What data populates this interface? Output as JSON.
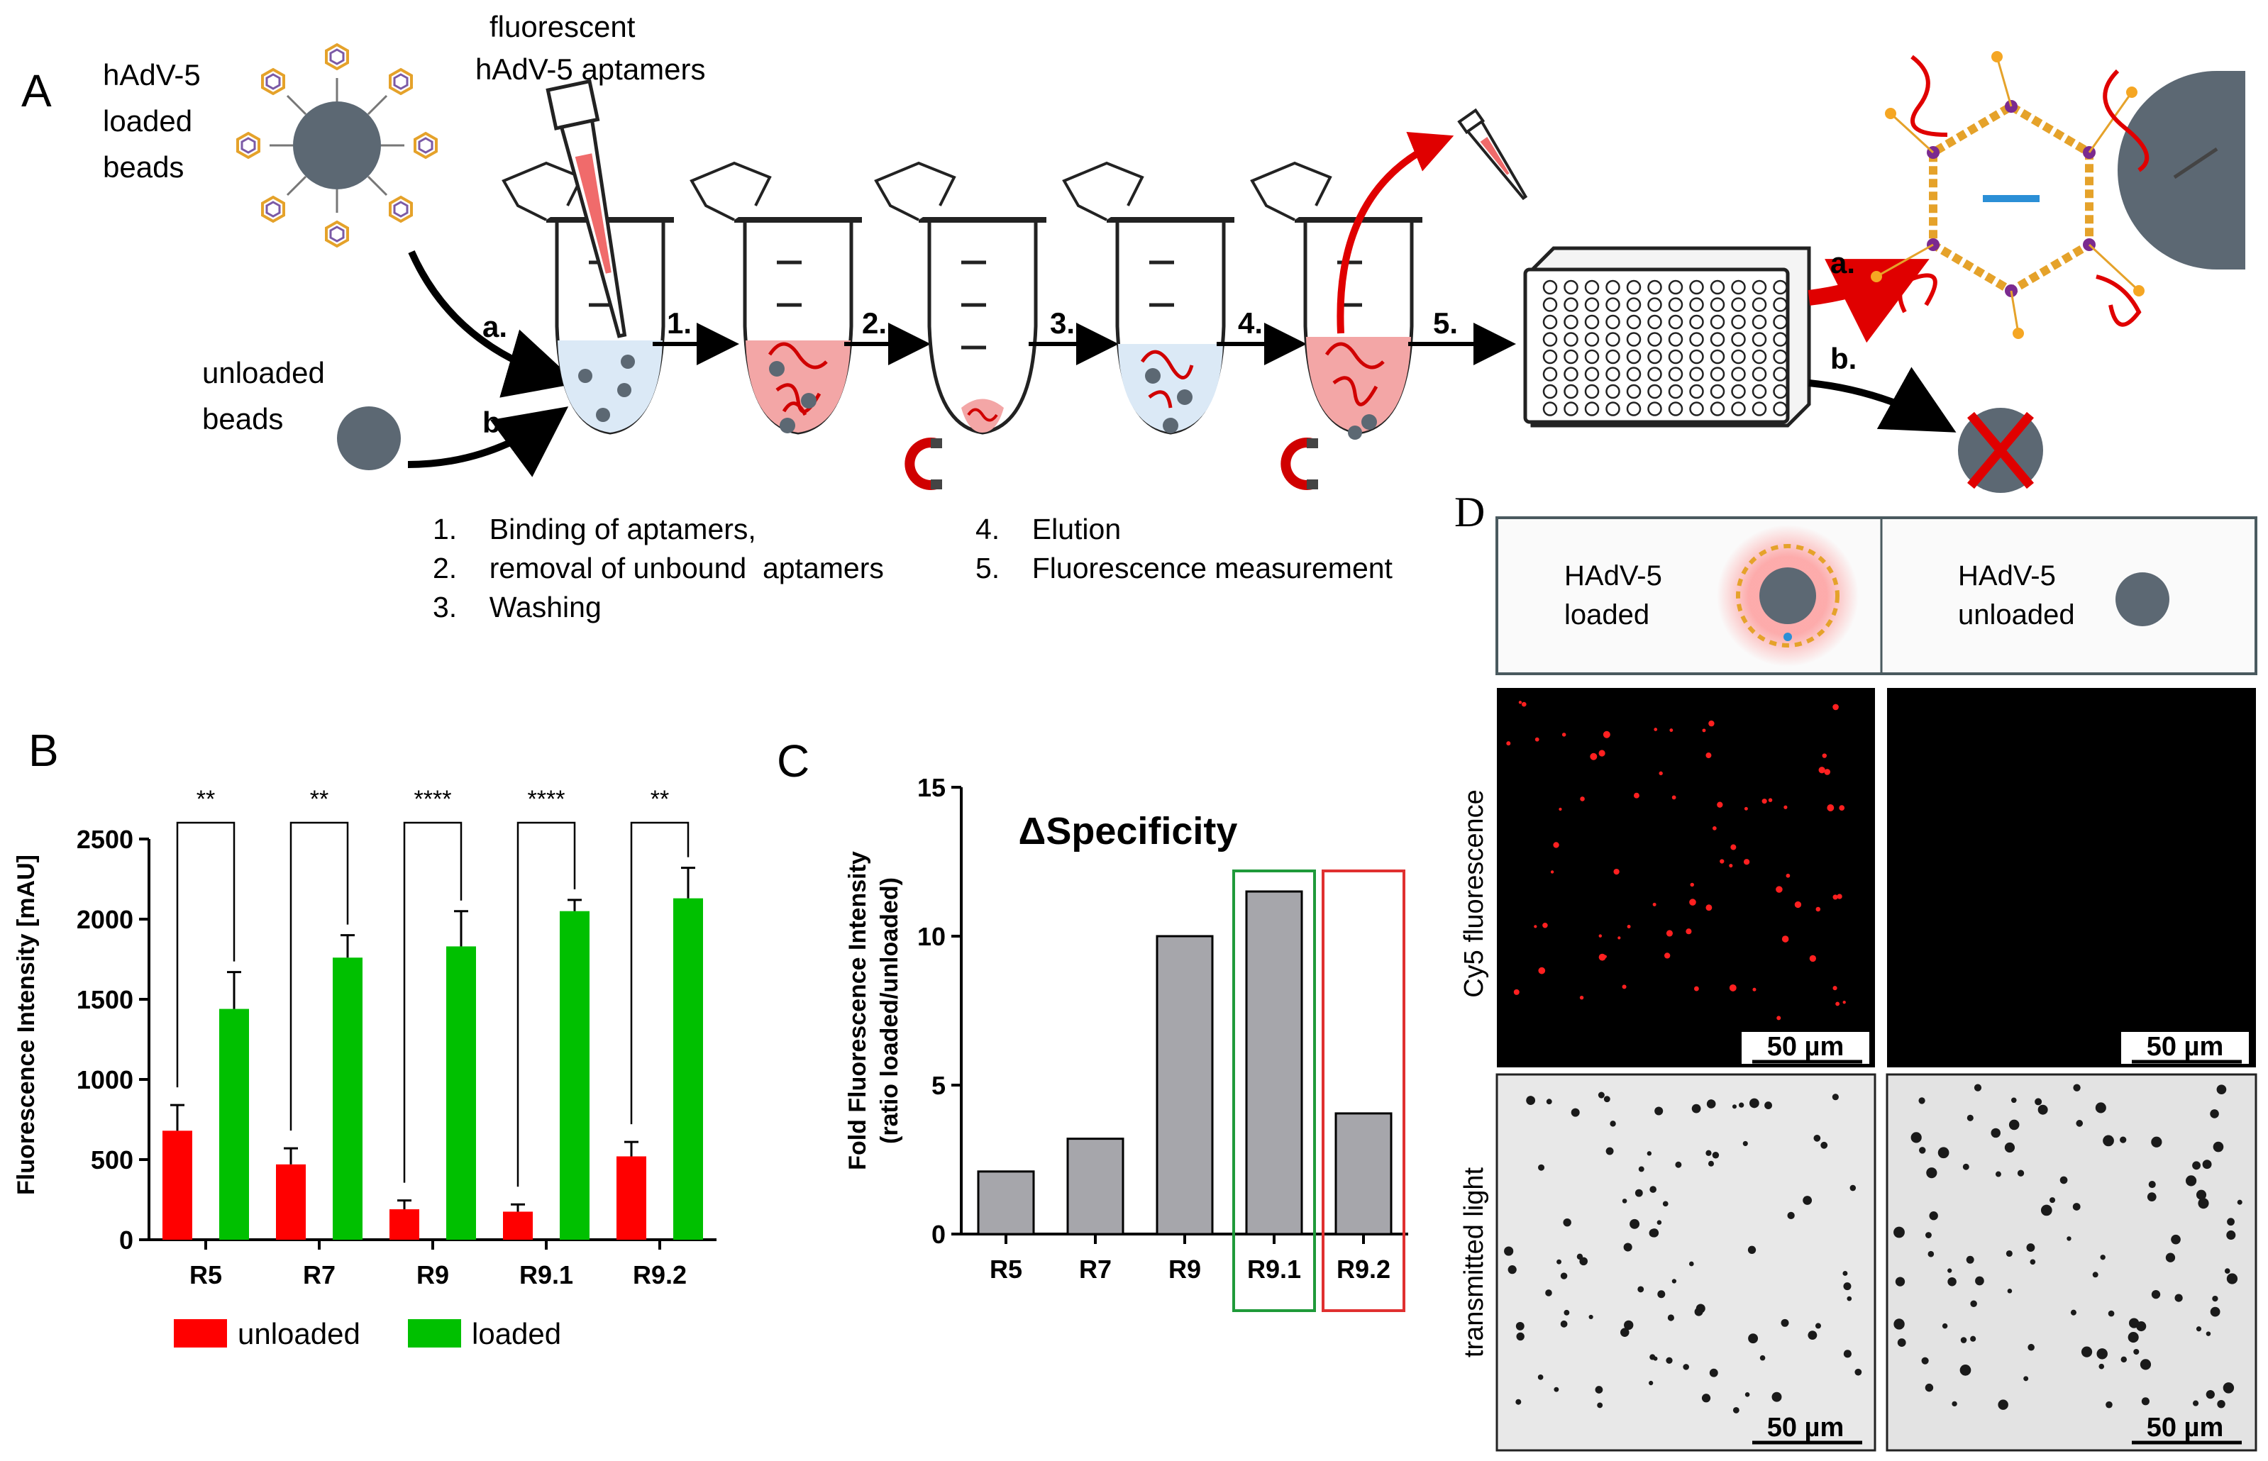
{
  "panelA": {
    "label": "A",
    "loaded_beads_label": [
      "hAdV-5",
      "loaded",
      "beads"
    ],
    "aptamers_label": [
      "fluorescent",
      "hAdV-5  aptamers"
    ],
    "unloaded_beads_label": [
      "unloaded",
      "beads"
    ],
    "path_a": "a.",
    "path_b": "b.",
    "steps_arrows": [
      "1.",
      "2.",
      "3.",
      "4.",
      "5."
    ],
    "outcome_a": "a.",
    "outcome_b": "b.",
    "legend_left": [
      "1.    Binding of aptamers,",
      "2.    removal of unbound  aptamers",
      "3.    Washing"
    ],
    "legend_right": [
      "4.    Elution",
      "5.    Fluorescence measurement"
    ]
  },
  "panelB": {
    "label": "B",
    "legend_unloaded": "unloaded",
    "legend_loaded": "loaded",
    "colors": {
      "unloaded": "#ff0000",
      "loaded": "#00c000"
    }
  },
  "panelC": {
    "label": "C",
    "colors": {
      "bar": "#a6a6ab",
      "highlight_good": "#1f9a3a",
      "highlight_bad": "#e03030"
    }
  },
  "panelD": {
    "label": "D",
    "col1_header": [
      "HAdV-5",
      "loaded"
    ],
    "col2_header": [
      "HAdV-5",
      "unloaded"
    ],
    "row1_label": "Cy5 fluorescence",
    "row2_label": "transmitted light",
    "scale_bar": "50 µm"
  },
  "chart_data": [
    {
      "type": "bar",
      "title": "",
      "xlabel": "",
      "ylabel": "Fluorescence Intensity [mAU]",
      "categories": [
        "R5",
        "R7",
        "R9",
        "R9.1",
        "R9.2"
      ],
      "series": [
        {
          "name": "unloaded",
          "values": [
            680,
            470,
            190,
            175,
            520
          ],
          "errors": [
            160,
            100,
            55,
            45,
            90
          ]
        },
        {
          "name": "loaded",
          "values": [
            1440,
            1760,
            1830,
            2050,
            2130
          ],
          "errors": [
            230,
            140,
            220,
            70,
            190
          ]
        }
      ],
      "significance": [
        "**",
        "**",
        "****",
        "****",
        "**"
      ],
      "ylim": [
        0,
        2500
      ],
      "yticks": [
        0,
        500,
        1000,
        1500,
        2000,
        2500
      ],
      "legend": "bottom",
      "grid": false
    },
    {
      "type": "bar",
      "title": "ΔSpecificity",
      "xlabel": "",
      "ylabel": "Fold Fluorescence Intensity (ratio loaded/unloaded)",
      "ylabel_lines": [
        "Fold Fluorescence Intensity",
        "(ratio loaded/unloaded)"
      ],
      "categories": [
        "R5",
        "R7",
        "R9",
        "R9.1",
        "R9.2"
      ],
      "values": [
        2.1,
        3.2,
        10.0,
        11.5,
        4.05
      ],
      "highlighted": {
        "R9.1": "green",
        "R9.2": "red"
      },
      "ylim": [
        0,
        15
      ],
      "yticks": [
        0,
        5,
        10,
        15
      ],
      "grid": false
    }
  ]
}
